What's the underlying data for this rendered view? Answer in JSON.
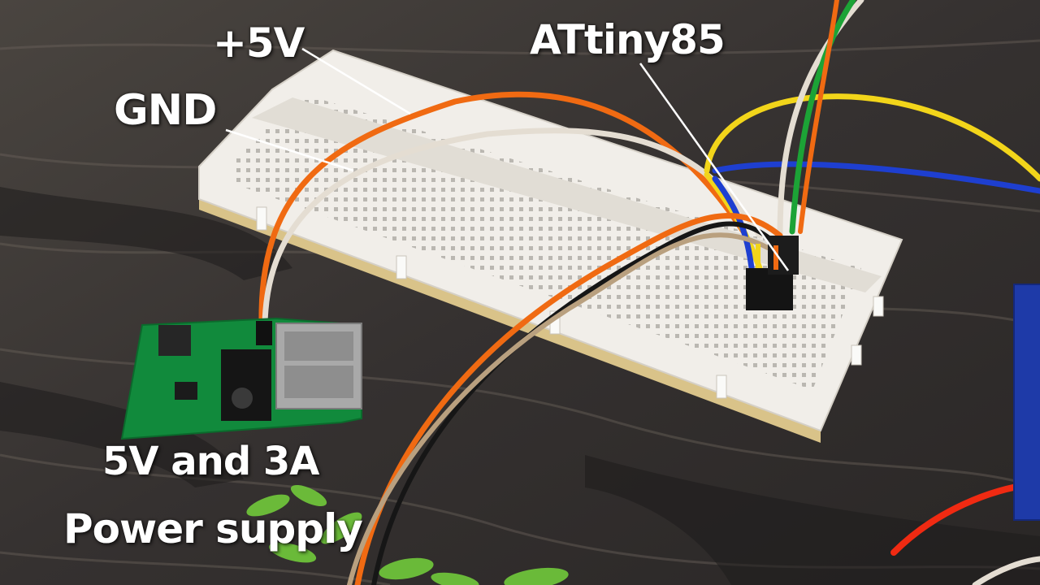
{
  "labels": {
    "plus5v": "+5V",
    "gnd": "GND",
    "attiny": "ATtiny85",
    "psu_line1": "5V and 3A",
    "psu_line2": "Power supply"
  },
  "colors": {
    "background_wood": "#3a3632",
    "breadboard": "#f1eee9",
    "pcb": "#118a3c",
    "wire_orange": "#f06a12",
    "wire_white": "#e4ddd2",
    "wire_yellow": "#f2d51a",
    "wire_blue": "#1e3fd0",
    "wire_black": "#161616",
    "wire_green": "#1ca336",
    "label_text": "#ffffff"
  }
}
